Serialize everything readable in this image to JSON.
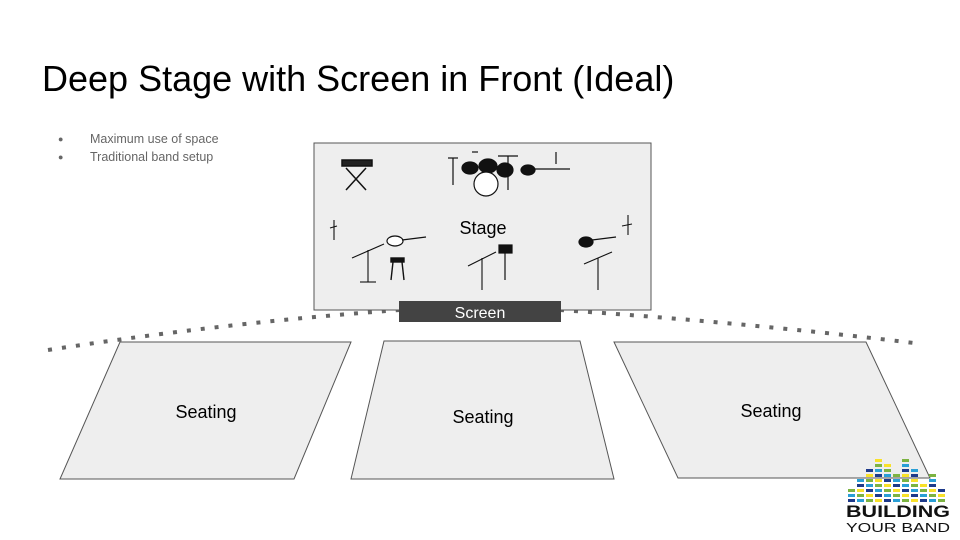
{
  "slide": {
    "title": "Deep Stage with Screen in Front (Ideal)",
    "bullets": [
      "Maximum use of space",
      "Traditional band setup"
    ]
  },
  "diagram": {
    "stage_label": "Stage",
    "screen_label": "Screen",
    "seating_labels": [
      "Seating",
      "Seating",
      "Seating"
    ]
  },
  "logo": {
    "line1": "BUILDING",
    "line2": "YOUR BAND"
  },
  "colors": {
    "stage_fill": "#eeeeee",
    "screen_fill": "#434343",
    "seating_fill": "#eeeeee",
    "dots": "#666666",
    "logo_green": "#7cb342",
    "logo_blue": "#1e3a8a",
    "logo_yellow": "#f9e12a",
    "logo_cyan": "#2a9fd6"
  },
  "icons": [
    "keyboard-icon",
    "drum-kit-icon",
    "guitar-icon",
    "mic-stand-icon",
    "stool-icon",
    "music-stand-icon"
  ]
}
